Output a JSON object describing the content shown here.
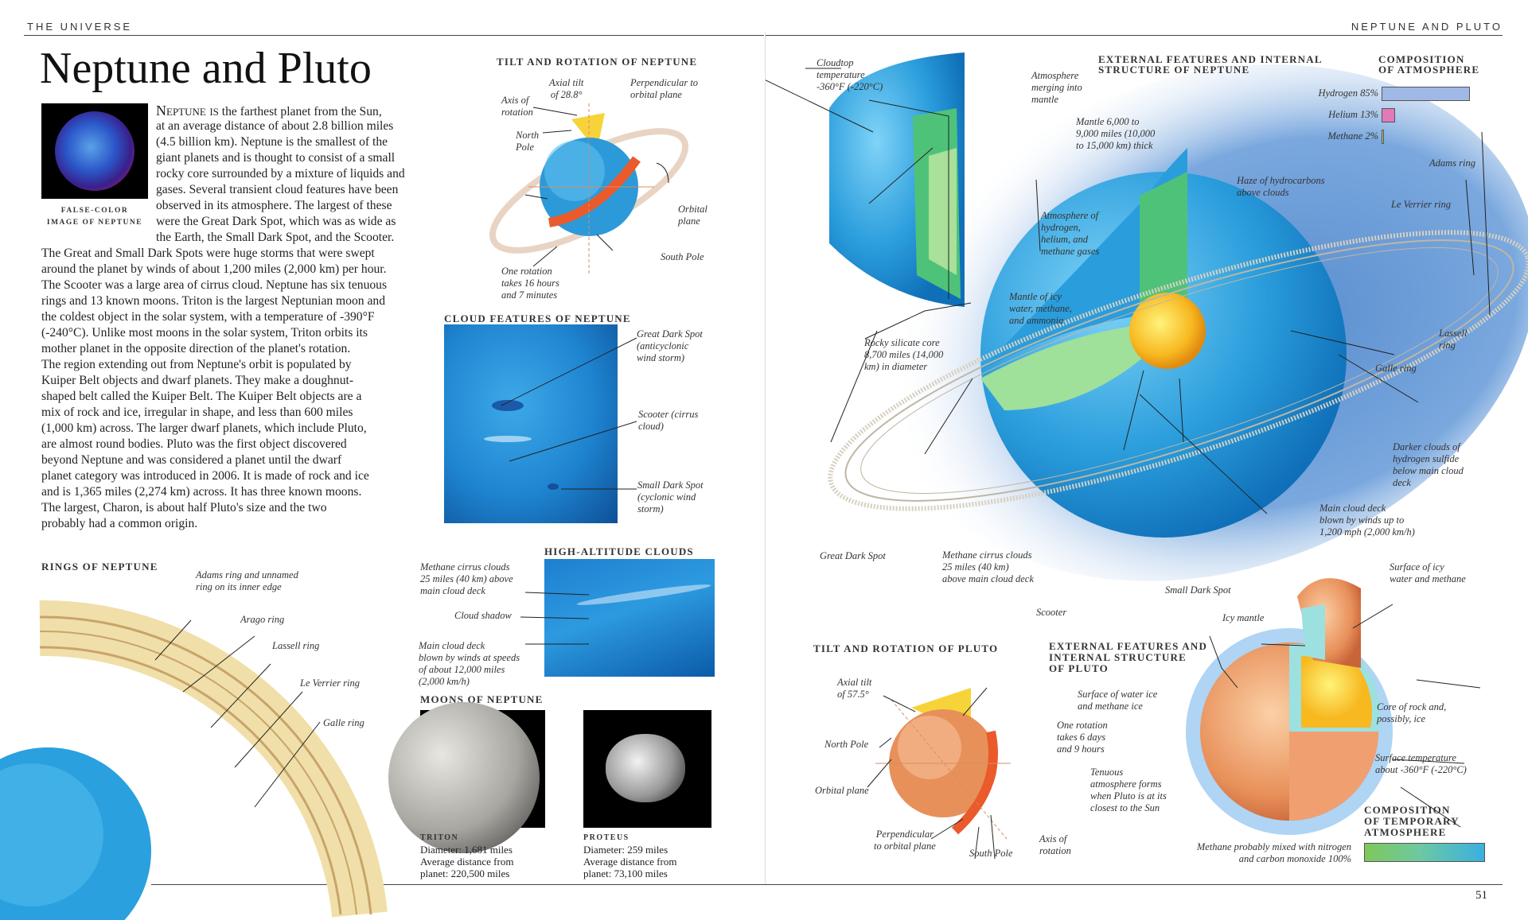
{
  "header": {
    "left": "THE UNIVERSE",
    "right": "NEPTUNE AND PLUTO"
  },
  "title": "Neptune and Pluto",
  "photo_caption": [
    "FALSE-COLOR",
    "IMAGE OF NEPTUNE"
  ],
  "intro_first": "Neptune is",
  "intro_lines": [
    "the farthest planet from the Sun,",
    "at an average distance of about 2.8 billion miles",
    "(4.5 billion km). Neptune is the smallest of the",
    "giant planets and is thought to consist of a small",
    "rocky core surrounded by a mixture of liquids and",
    "gases. Several transient cloud features have been",
    "observed in its atmosphere. The largest of these",
    "were the Great Dark Spot, which was as wide as",
    "the Earth, the Small Dark Spot, and the Scooter.",
    "The Great and Small Dark Spots were huge storms that were swept",
    "around the planet by winds of about 1,200 miles (2,000 km) per hour.",
    "The Scooter was a large area of cirrus cloud. Neptune has six tenuous",
    "rings and 13 known moons. Triton is the largest Neptunian moon and",
    "the coldest object in the solar system, with a temperature of -390°F",
    "(-240°C). Unlike most moons in the solar system, Triton orbits its",
    "mother planet in the opposite direction of the planet's rotation.",
    "The region extending out from Neptune's orbit is populated by",
    "Kuiper Belt objects and dwarf planets. They make a doughnut-",
    "shaped belt called the Kuiper Belt. The Kuiper Belt objects are a",
    "mix of rock and ice, irregular in shape, and less than 600 miles",
    "(1,000 km) across. The larger dwarf planets, which include Pluto,",
    "are almost round bodies. Pluto was the first object discovered",
    "beyond Neptune and was considered a planet until the dwarf",
    "planet category was introduced in 2006. It is made of rock and ice",
    "and is 1,365 miles (2,274 km) across. It has three known moons.",
    "The largest, Charon, is about half Pluto's size and the two",
    "probably had a common origin."
  ],
  "tilt_neptune": {
    "title": "TILT AND ROTATION OF NEPTUNE",
    "axial_tilt": [
      "Axial tilt",
      "of 28.8°"
    ],
    "perpendicular": [
      "Perpendicular to",
      "orbital plane"
    ],
    "axis": [
      "Axis of",
      "rotation"
    ],
    "north_pole": [
      "North",
      "Pole"
    ],
    "orbital_plane": [
      "Orbital",
      "plane"
    ],
    "south_pole": "South Pole",
    "rotation": [
      "One rotation",
      "takes 16 hours",
      "and 7 minutes"
    ]
  },
  "cloud_features": {
    "title": "CLOUD FEATURES OF NEPTUNE",
    "great_dark_spot": [
      "Great Dark Spot",
      "(anticyclonic",
      "wind storm)"
    ],
    "scooter": [
      "Scooter (cirrus",
      "cloud)"
    ],
    "small_dark_spot": [
      "Small Dark Spot",
      "(cyclonic wind",
      "storm)"
    ]
  },
  "rings": {
    "title": "RINGS OF NEPTUNE",
    "adams": [
      "Adams ring and unnamed",
      "ring on its inner edge"
    ],
    "arago": "Arago ring",
    "lassell": "Lassell ring",
    "le_verrier": "Le Verrier ring",
    "galle": "Galle ring"
  },
  "high_clouds": {
    "title": "HIGH-ALTITUDE CLOUDS",
    "methane": [
      "Methane cirrus clouds",
      "25 miles (40 km) above",
      "main cloud deck"
    ],
    "shadow": "Cloud shadow",
    "main_deck": [
      "Main cloud deck",
      "blown by winds at speeds",
      "of about 12,000 miles",
      "(2,000 km/h)"
    ]
  },
  "moons": {
    "title": "MOONS OF NEPTUNE",
    "triton": {
      "name": "TRITON",
      "lines": [
        "Diameter: 1,681 miles",
        "Average distance from",
        "planet: 220,500 miles"
      ]
    },
    "proteus": {
      "name": "PROTEUS",
      "lines": [
        "Diameter: 259 miles",
        "Average distance from",
        "planet: 73,100 miles"
      ]
    }
  },
  "structure": {
    "title": [
      "EXTERNAL FEATURES AND INTERNAL",
      "STRUCTURE OF NEPTUNE"
    ],
    "cloudtop": [
      "Cloudtop",
      "temperature",
      "-360°F (-220°C)"
    ],
    "atm_mantle": [
      "Atmosphere",
      "merging into",
      "mantle"
    ],
    "mantle": [
      "Mantle 6,000 to",
      "9,000 miles (10,000",
      "to 15,000 km) thick"
    ],
    "haze": [
      "Haze of hydrocarbons",
      "above clouds"
    ],
    "atm_gases": [
      "Atmosphere of",
      "hydrogen,",
      "helium, and",
      "methane gases"
    ],
    "mantle_icy": [
      "Mantle of icy",
      "water, methane,",
      "and ammonia"
    ],
    "core": [
      "Rocky silicate core",
      "8,700 miles (14,000",
      "km) in diameter"
    ],
    "adams": "Adams ring",
    "le_verrier": "Le Verrier ring",
    "lassell": [
      "Lassell",
      "ring"
    ],
    "galle": "Galle ring",
    "darker": [
      "Darker clouds of",
      "hydrogen sulfide",
      "below main cloud",
      "deck"
    ],
    "main_deck": [
      "Main cloud deck",
      "blown by winds up to",
      "1,200 mph (2,000 km/h)"
    ],
    "great_dark_spot": "Great Dark Spot",
    "methane_cirrus": [
      "Methane cirrus clouds",
      "25 miles (40 km)",
      "above main cloud deck"
    ],
    "small_dark_spot": "Small Dark Spot",
    "scooter": "Scooter"
  },
  "composition": {
    "title": [
      "COMPOSITION",
      "OF ATMOSPHERE"
    ],
    "items": [
      {
        "label": "Hydrogen 85%",
        "value": 85,
        "color": "#9fb8e6"
      },
      {
        "label": "Helium 13%",
        "value": 13,
        "color": "#e07ab8"
      },
      {
        "label": "Methane 2%",
        "value": 2,
        "color": "#b8c86a"
      }
    ]
  },
  "tilt_pluto": {
    "title": "TILT AND ROTATION OF PLUTO",
    "axial_tilt": [
      "Axial tilt",
      "of 57.5°"
    ],
    "north_pole": "North Pole",
    "orbital_plane": "Orbital plane",
    "perpendicular": [
      "Perpendicular",
      "to orbital plane"
    ],
    "south_pole": "South Pole",
    "axis": [
      "Axis of",
      "rotation"
    ],
    "rotation": [
      "One rotation",
      "takes 6 days",
      "and 9 hours"
    ]
  },
  "pluto_structure": {
    "title": [
      "EXTERNAL FEATURES AND",
      "INTERNAL STRUCTURE",
      "OF PLUTO"
    ],
    "surface": [
      "Surface of water ice",
      "and methane ice"
    ],
    "tenuous": [
      "Tenuous",
      "atmosphere forms",
      "when Pluto is at its",
      "closest to the Sun"
    ],
    "icy_mantle": "Icy mantle",
    "surface_icy": [
      "Surface of icy",
      "water and methane"
    ],
    "core": [
      "Core of rock and,",
      "possibly, ice"
    ],
    "temp": [
      "Surface temperature",
      "about -360°F (-220°C)"
    ]
  },
  "pluto_comp": {
    "title": [
      "COMPOSITION",
      "OF TEMPORARY",
      "ATMOSPHERE"
    ],
    "note": [
      "Methane probably mixed with nitrogen",
      "and carbon monoxide 100%"
    ],
    "value": 100
  },
  "page_number": "51"
}
